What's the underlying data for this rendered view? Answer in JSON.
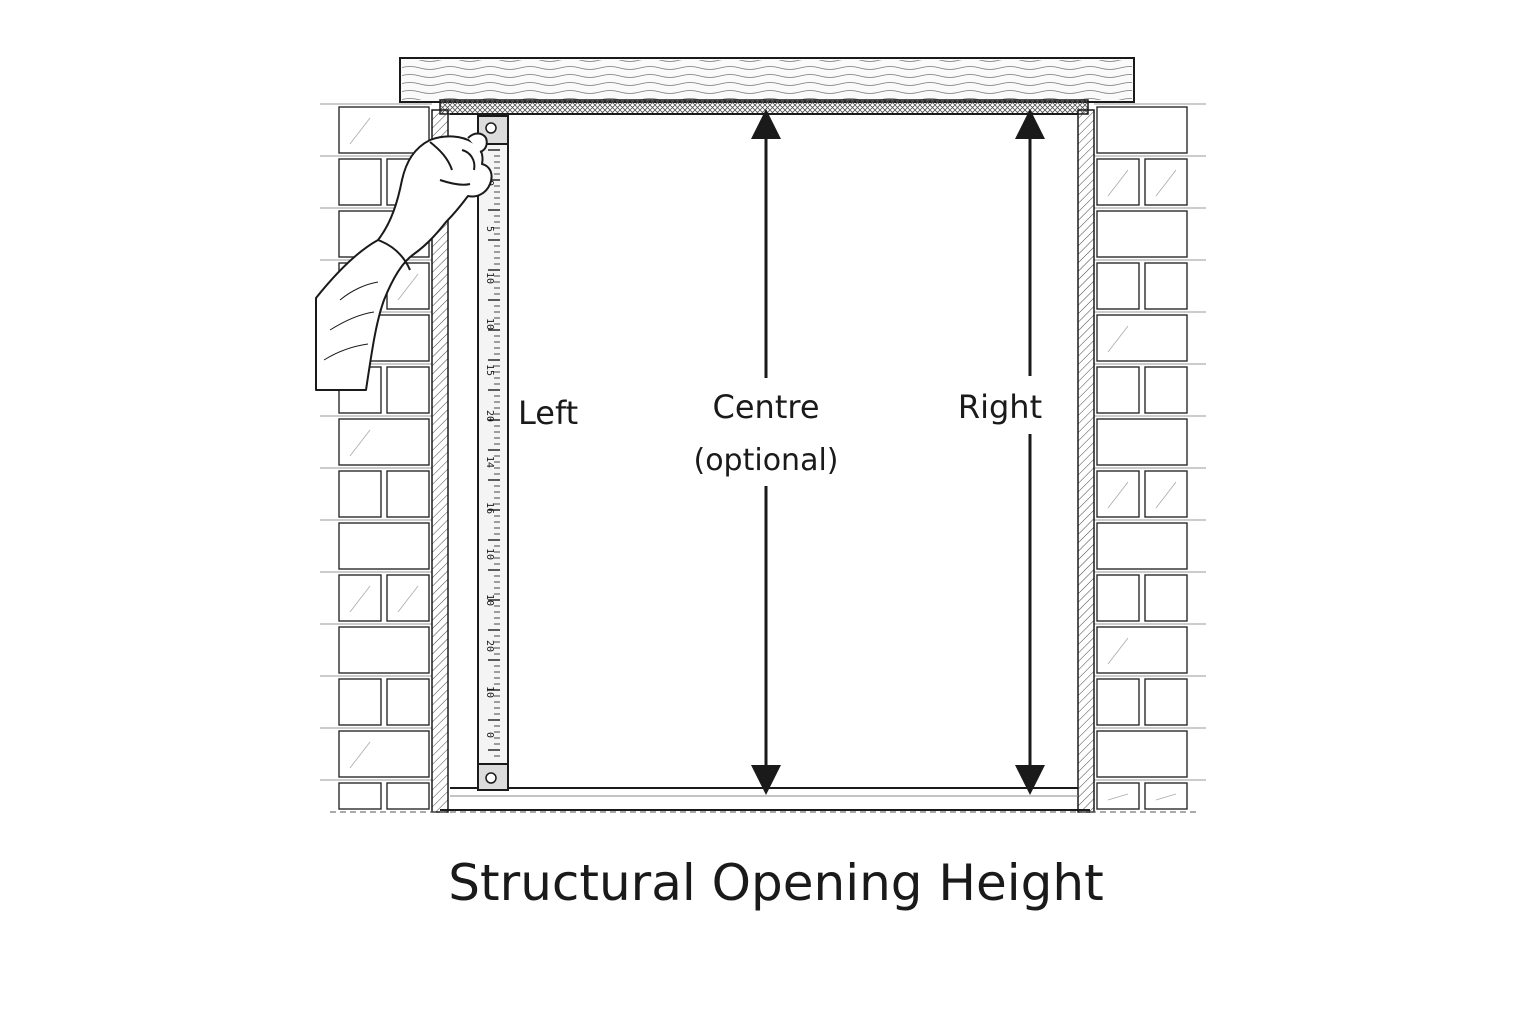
{
  "labels": {
    "left": "Left",
    "centre_line1": "Centre",
    "centre_line2": "(optional)",
    "right": "Right"
  },
  "title": "Structural Opening Height",
  "tape_digits": [
    "0",
    "5",
    "10",
    "10",
    "15",
    "20",
    "14",
    "16",
    "10",
    "10",
    "20",
    "10",
    "0"
  ],
  "icons": {
    "hand": "hand-holding-tape-icon",
    "tape": "tape-measure-icon",
    "arrow": "double-headed-arrow-icon"
  },
  "colors": {
    "ink": "#1a1a1a",
    "paper": "#ffffff",
    "tape": "#f4f4f4"
  }
}
